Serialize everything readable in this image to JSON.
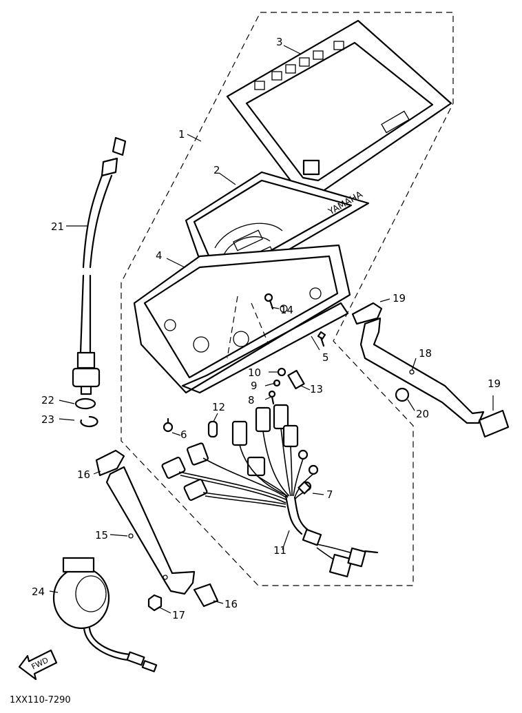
{
  "diagram": {
    "part_code": "1XX110-7290",
    "brand_text": "YAMAHA",
    "fwd_text": "FWD",
    "callouts": [
      "1",
      "2",
      "3",
      "4",
      "5",
      "6",
      "7",
      "8",
      "9",
      "10",
      "11",
      "12",
      "13",
      "14",
      "15",
      "16",
      "16",
      "17",
      "18",
      "19",
      "19",
      "20",
      "21",
      "22",
      "23",
      "24"
    ]
  }
}
